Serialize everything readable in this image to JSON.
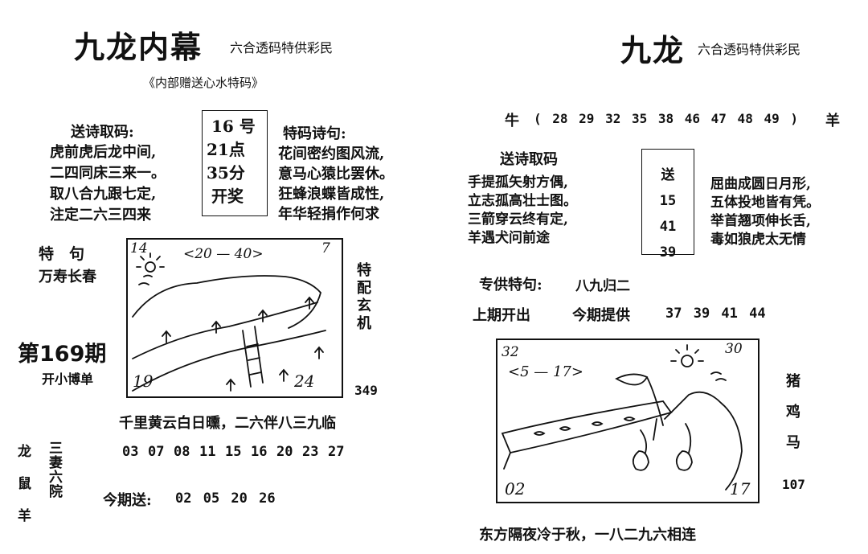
{
  "left": {
    "title": "九龙内幕",
    "subtitle": "六合透码特供彩民",
    "note": "《内部赠送心水特码》",
    "poem_label": "送诗取码:",
    "poem_lines": [
      "虎前虎后龙中间,",
      "二四同床三来一。",
      "取八合九跟七定,",
      "注定二六三四来"
    ],
    "draw_info": [
      "16 号",
      "21点",
      "35分",
      "开奖"
    ],
    "special_poem_label": "特码诗句:",
    "special_poem_lines": [
      "花间密约图风流,",
      "意马心猿比罢休。",
      "狂蜂浪蝶皆成性,",
      "年华轻捐作何求"
    ],
    "special_phrase_label": "特　句",
    "special_phrase": "万寿长春",
    "issue": "第169期",
    "bet_hint": "开小博单",
    "side_text": "特配玄机",
    "side_number": "349",
    "sketch_labels": {
      "tl": "14",
      "tr": "7",
      "bl": "19",
      "br": "24",
      "range": "<20 — 40>"
    },
    "verse": "千里黄云白日曛，二六伴八三九临",
    "zodiac_col1": [
      "龙",
      "鼠",
      "羊"
    ],
    "zodiac_col2": "三妻六院",
    "numbers": [
      "03",
      "07",
      "08",
      "11",
      "15",
      "16",
      "20",
      "23",
      "27"
    ],
    "today_label": "今期送:",
    "today_numbers": "02 05 20 26"
  },
  "right": {
    "title": "九龙",
    "subtitle": "六合透码特供彩民",
    "ox_label": "牛",
    "ox_numbers": "( 28 29 32 35 38 46 47 48 49 )",
    "sheep_label": "羊",
    "poem_label": "送诗取码",
    "poem_lines": [
      "手提孤矢射方偶,",
      "立志孤高壮士图。",
      "三箭穿云终有定,",
      "羊遇犬问前途"
    ],
    "box_values": [
      "送",
      "15",
      "41",
      "39"
    ],
    "right_poem_lines": [
      "屈曲成圆日月形,",
      "五体投地皆有凭。",
      "举首翘项伸长舌,",
      "毒如狼虎太无情"
    ],
    "special_label": "专供特句:",
    "special_value": "八九归二",
    "last_label": "上期开出",
    "provide_label": "今期提供",
    "provide_numbers": "37 39 41 44",
    "sketch_labels": {
      "tl": "32",
      "tr": "30",
      "bl": "02",
      "br": "17",
      "range": "<5 — 17>"
    },
    "side_animals": [
      "猪",
      "鸡",
      "马"
    ],
    "side_number": "107",
    "verse": "东方隔夜冷于秋，一八二九六相连"
  }
}
